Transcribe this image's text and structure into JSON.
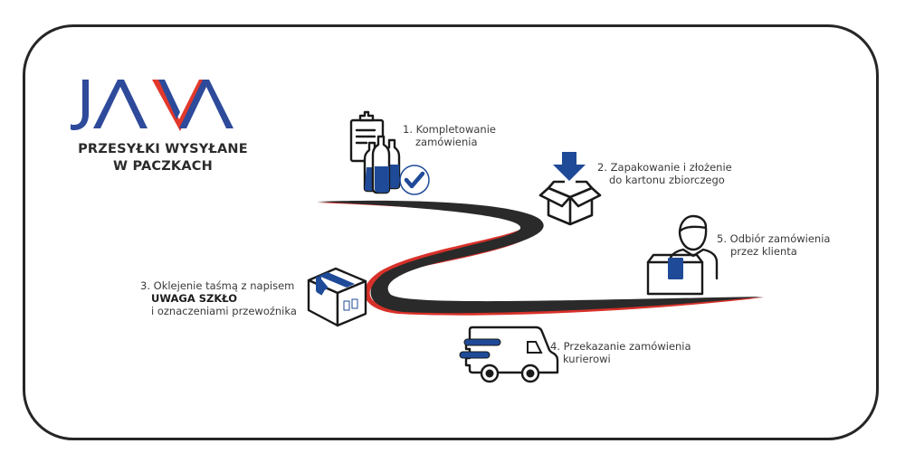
{
  "logo": {
    "text": "JAVA",
    "subtitle_line1": "PRZESYŁKI WYSYŁANE",
    "subtitle_line2": "W PACZKACH"
  },
  "colors": {
    "brand_blue": "#2e4a9a",
    "brand_red": "#e2382b",
    "icon_blue": "#1f4a98",
    "road": "#2a2a2a",
    "road_edge": "#d8312a",
    "frame": "#262626"
  },
  "steps": [
    {
      "number": "1.",
      "line1": "Kompletowanie",
      "line2": "zamówienia",
      "icon": "clipboard-bottles-check-icon"
    },
    {
      "number": "2.",
      "line1": "Zapakowanie i złożenie",
      "line2": "do kartonu zbiorczego",
      "icon": "box-arrow-down-icon"
    },
    {
      "number": "3.",
      "line1": "Oklejenie taśmą z napisem",
      "line2_bold": "UWAGA SZKŁO",
      "line3": "i oznaczeniami przewoźnika",
      "icon": "taped-box-icon"
    },
    {
      "number": "4.",
      "line1": "Przekazanie zamówienia",
      "line2": "kurierowi",
      "icon": "delivery-van-icon"
    },
    {
      "number": "5.",
      "line1": "Odbiór zamówienia",
      "line2": "przez klienta",
      "icon": "person-with-box-icon"
    }
  ]
}
